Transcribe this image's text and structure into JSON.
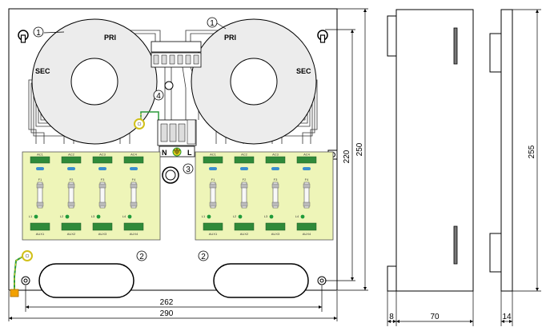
{
  "labels": {
    "pri": "PRI",
    "sec": "SEC",
    "ref_transformer": "1",
    "ref_module": "2",
    "ref_gland": "3",
    "ref_fuse": "4",
    "terminal_n": "N",
    "terminal_l": "L"
  },
  "dimensions": {
    "total_width": "290",
    "hole_spacing_width": "262",
    "hole_spacing_height": "220",
    "total_height": "250",
    "side_depth": "70",
    "side_offset": "8",
    "bracket_height": "255",
    "bracket_depth": "14"
  },
  "module": {
    "ac_labels": [
      "AC1",
      "AC2",
      "AC3",
      "AC4"
    ],
    "fuse_labels": [
      "F1",
      "F2",
      "F3",
      "F4"
    ],
    "led_labels": [
      "L1",
      "L2",
      "L3",
      "L4"
    ],
    "aux_labels": [
      "AUX1",
      "AUX2",
      "AUX3",
      "AUX4"
    ]
  },
  "colors": {
    "module_fill": "#eef5b8",
    "terminal_green": "#2f8a3a",
    "led_green": "#1f9b3a",
    "fuse_holder_blue": "#3a8fd0",
    "earth_yellow": "#e6d21a",
    "earth_green": "#2a9a3a",
    "connector_orange": "#f2a100"
  }
}
